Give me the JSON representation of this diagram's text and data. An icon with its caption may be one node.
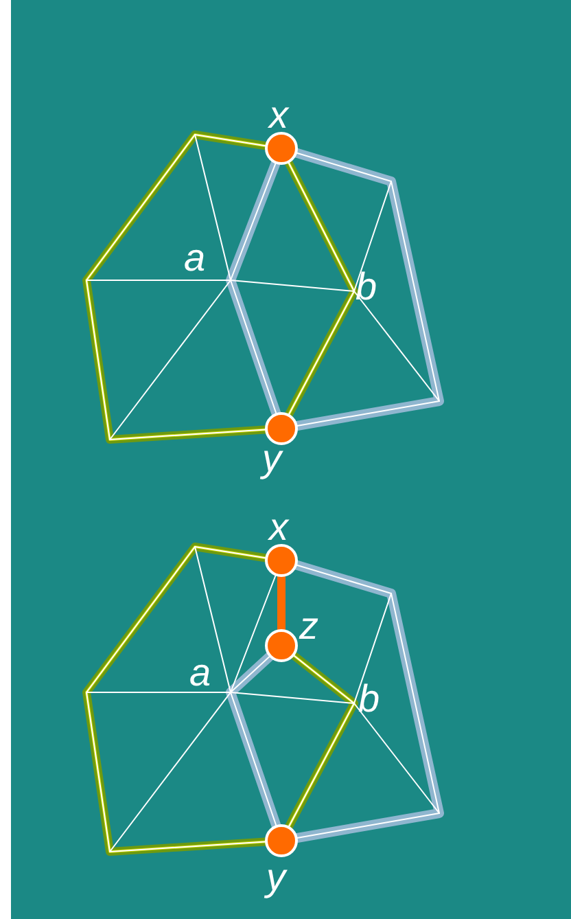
{
  "diagram": {
    "labels": [
      "x",
      "a",
      "b",
      "y",
      "x",
      "z",
      "a",
      "b",
      "y"
    ]
  }
}
